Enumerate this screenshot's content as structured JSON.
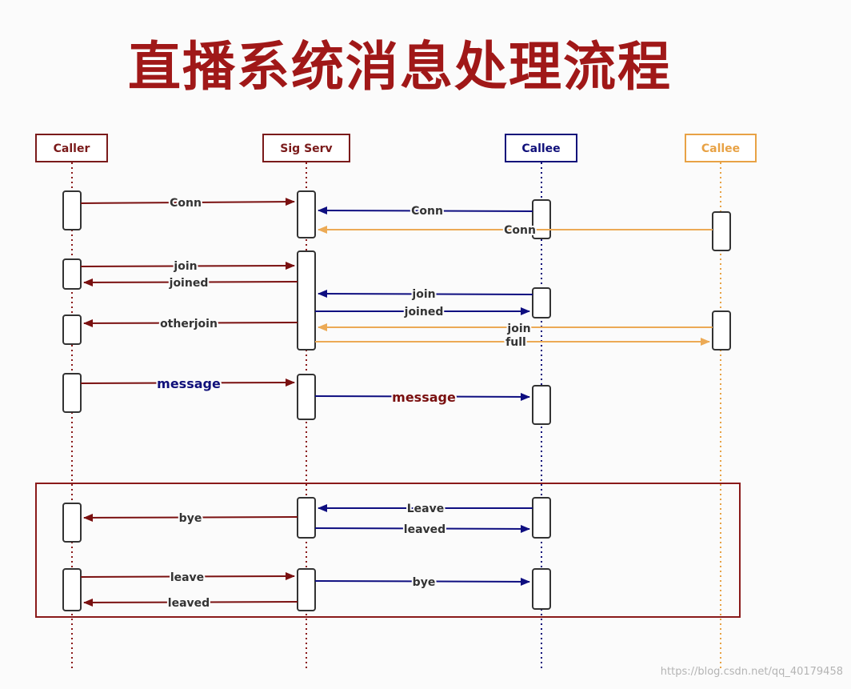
{
  "title": "直播系统消息处理流程",
  "watermark": "https://blog.csdn.net/qq_40179458",
  "colors": {
    "caller": "#7a1a1a",
    "server": "#7a1a1a",
    "callee": "#10107a",
    "callee2": "#e8a245",
    "arrow_red": "#7a1010",
    "arrow_blue": "#0e0e80",
    "arrow_orange": "#ecaa55",
    "frame": "#8a1a1a"
  },
  "participants": [
    {
      "id": "caller",
      "label": "Caller"
    },
    {
      "id": "server",
      "label": "Sig Serv"
    },
    {
      "id": "callee",
      "label": "Callee"
    },
    {
      "id": "callee2",
      "label": "Callee"
    }
  ],
  "messages": [
    {
      "label": "Conn",
      "from": "caller",
      "to": "server"
    },
    {
      "label": "Conn",
      "from": "callee",
      "to": "server"
    },
    {
      "label": "Conn",
      "from": "callee2",
      "to": "server"
    },
    {
      "label": "join",
      "from": "caller",
      "to": "server"
    },
    {
      "label": "joined",
      "from": "server",
      "to": "caller"
    },
    {
      "label": "join",
      "from": "callee",
      "to": "server"
    },
    {
      "label": "joined",
      "from": "server",
      "to": "callee"
    },
    {
      "label": "otherjoin",
      "from": "server",
      "to": "caller"
    },
    {
      "label": "join",
      "from": "callee2",
      "to": "server"
    },
    {
      "label": "full",
      "from": "server",
      "to": "callee2"
    },
    {
      "label": "message",
      "from": "caller",
      "to": "server"
    },
    {
      "label": "message",
      "from": "server",
      "to": "callee"
    },
    {
      "label": "Leave",
      "from": "callee",
      "to": "server"
    },
    {
      "label": "bye",
      "from": "server",
      "to": "caller"
    },
    {
      "label": "leaved",
      "from": "server",
      "to": "callee"
    },
    {
      "label": "leave",
      "from": "caller",
      "to": "server"
    },
    {
      "label": "bye",
      "from": "server",
      "to": "callee"
    },
    {
      "label": "leaved",
      "from": "server",
      "to": "caller"
    }
  ]
}
